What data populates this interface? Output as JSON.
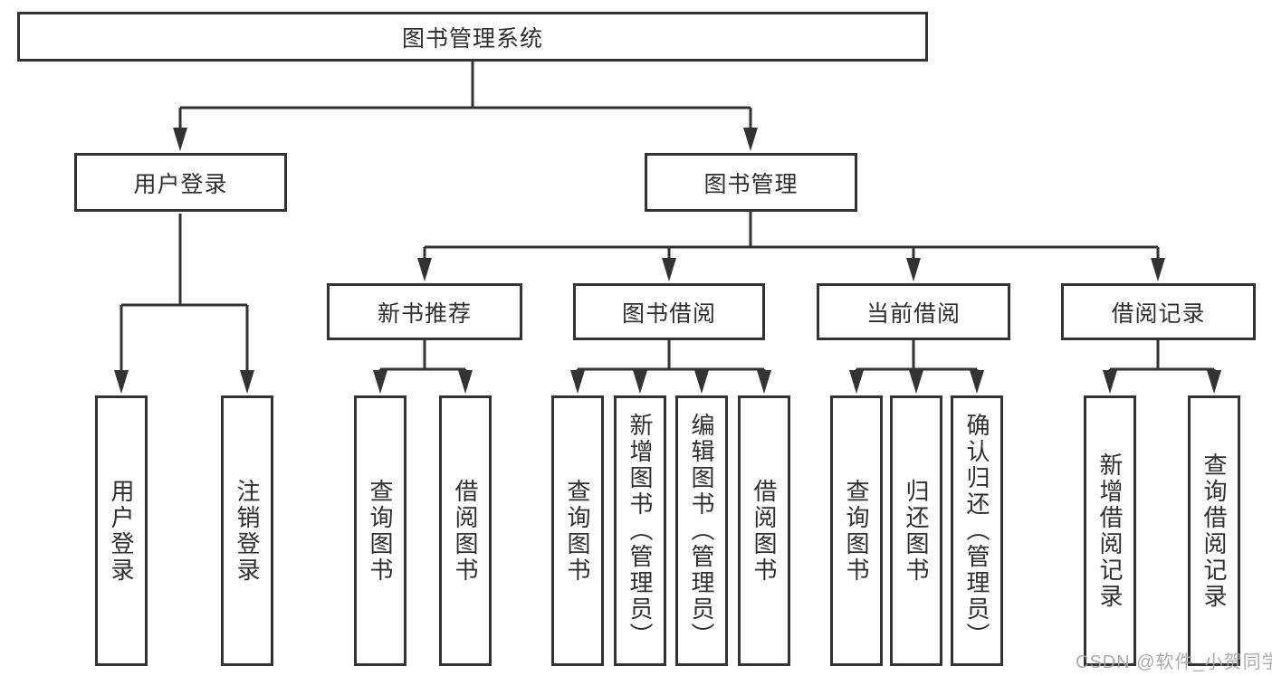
{
  "diagram": {
    "root": {
      "label": "图书管理系统"
    },
    "level2": [
      {
        "label": "用户登录"
      },
      {
        "label": "图书管理"
      }
    ],
    "level3": [
      {
        "label": "新书推荐"
      },
      {
        "label": "图书借阅"
      },
      {
        "label": "当前借阅"
      },
      {
        "label": "借阅记录"
      }
    ],
    "leaves": {
      "user_login": [
        "用户登录",
        "注销登录"
      ],
      "new_books": [
        "查询图书",
        "借阅图书"
      ],
      "borrowing": [
        "查询图书",
        "新增图书（管理员）",
        "编辑图书（管理员）",
        "借阅图书"
      ],
      "current": [
        "查询图书",
        "归还图书",
        "确认归还（管理员）"
      ],
      "records": [
        "新增借阅记录",
        "查询借阅记录"
      ]
    }
  },
  "watermark": {
    "text": "CSDN @软件_小贺同学"
  },
  "colors": {
    "line": "#333333",
    "text": "#2f2f2f",
    "background": "#ffffff",
    "watermark": "#a5a5a5"
  }
}
